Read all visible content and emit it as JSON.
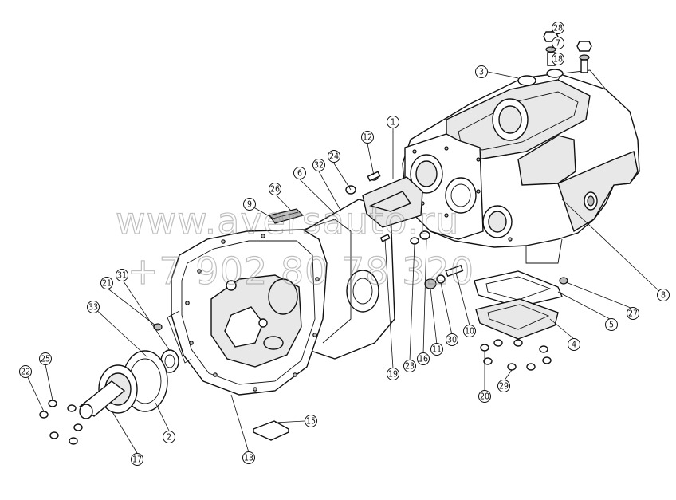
{
  "diagram": {
    "callouts": [
      "28",
      "7",
      "18",
      "3",
      "1",
      "12",
      "24",
      "32",
      "6",
      "26",
      "9",
      "21",
      "31",
      "33",
      "25",
      "22",
      "2",
      "17",
      "13",
      "15",
      "19",
      "23",
      "16",
      "11",
      "30",
      "10",
      "20",
      "29",
      "4",
      "5",
      "27",
      "8"
    ]
  },
  "watermark": {
    "line1": "www.aversauto.ru",
    "line2": "+7 902 80 78 320"
  }
}
